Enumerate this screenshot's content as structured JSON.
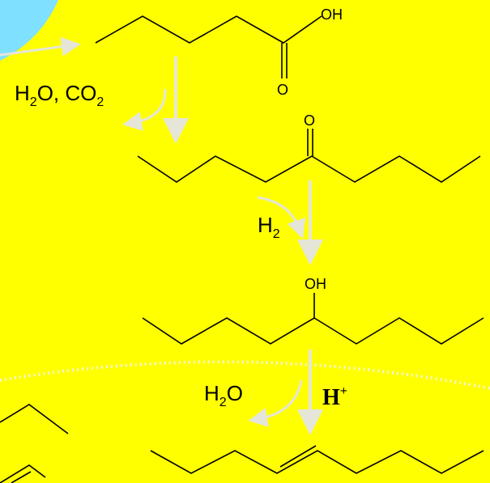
{
  "colors": {
    "yellow": "#ffff00",
    "blue": "#7fe0ff",
    "arrow": "#e6e6d8",
    "dotted": "#f4f4d0",
    "bond": "#000000"
  },
  "atoms": {
    "acid_oh": "OH",
    "acid_o": "O",
    "ketone_o": "O",
    "alcohol_oh": "OH"
  },
  "labels": {
    "step1_main": "H",
    "step1_sub": "2",
    "step1_mid": "O, CO",
    "step1_sub2": "2",
    "step2_main": "H",
    "step2_sub": "2",
    "step3_main": "H",
    "step3_sub": "2",
    "step3_end": "O",
    "acid_catalyst": "H",
    "acid_catalyst_sup": "+"
  }
}
